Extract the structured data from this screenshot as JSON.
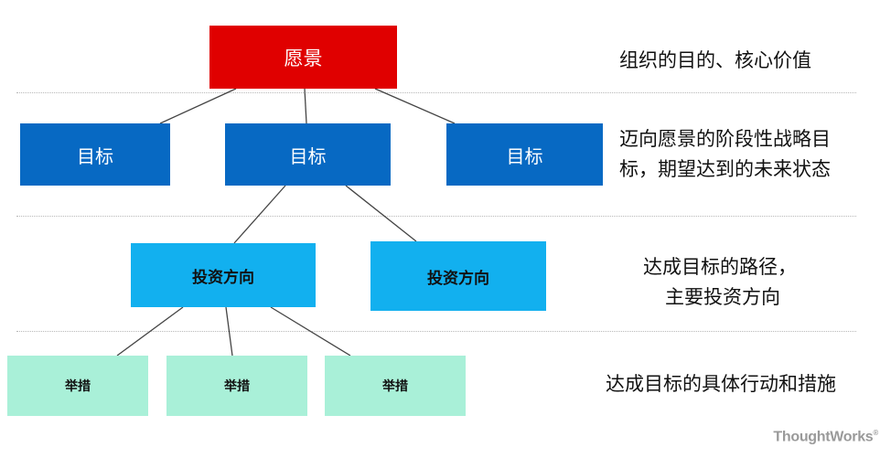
{
  "vision": {
    "label": "愿景"
  },
  "goals": [
    {
      "label": "目标"
    },
    {
      "label": "目标"
    },
    {
      "label": "目标"
    }
  ],
  "investments": [
    {
      "label": "投资方向"
    },
    {
      "label": "投资方向"
    }
  ],
  "actions": [
    {
      "label": "举措"
    },
    {
      "label": "举措"
    },
    {
      "label": "举措"
    }
  ],
  "descriptions": {
    "vision": "组织的目的、核心价值",
    "goals_line1": "迈向愿景的阶段性战略目",
    "goals_line2": "标，期望达到的未来状态",
    "investments_line1": "达成目标的路径，",
    "investments_line2": "主要投资方向",
    "actions": "达成目标的具体行动和措施"
  },
  "brand": {
    "name": "ThoughtWorks",
    "mark": "®"
  },
  "colors": {
    "vision": "#e00000",
    "goal": "#0769c3",
    "investment": "#12b0ef",
    "action": "#a9f0d8",
    "connector": "#444444",
    "divider": "#b8b8b8"
  }
}
